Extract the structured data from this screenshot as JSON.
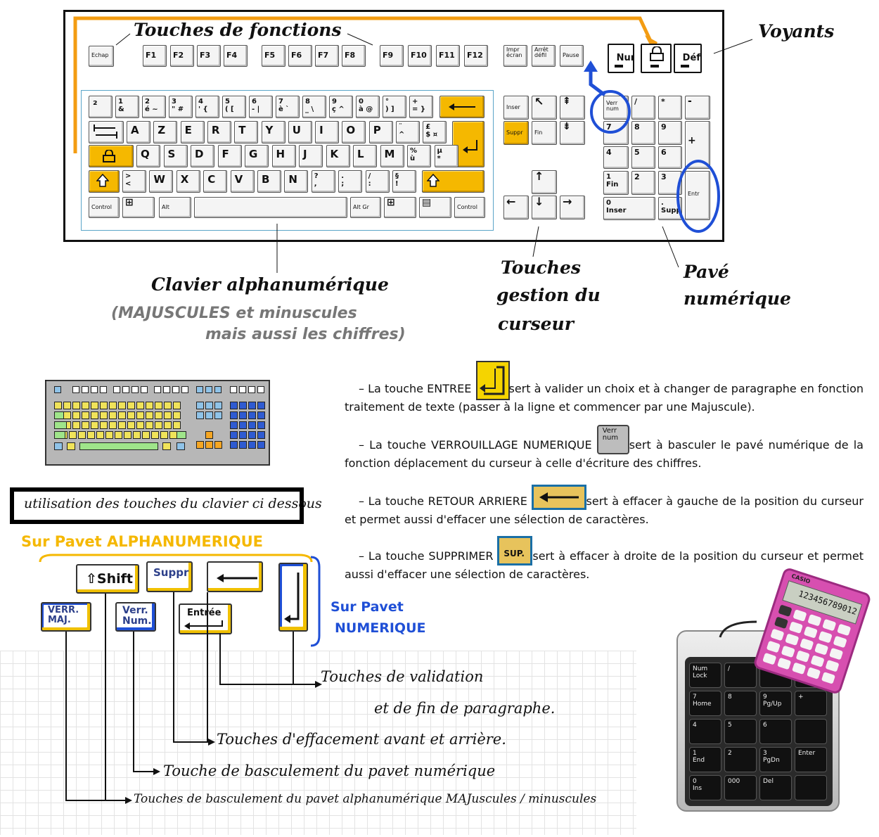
{
  "labels": {
    "function_keys": "Touches de fonctions",
    "indicators": "Voyants",
    "alphanumeric": "Clavier alphanumérique",
    "alpha_note_1": "(MAJUSCULES et minuscules",
    "alpha_note_2": "mais aussi les chiffres)",
    "cursor_1": "Touches",
    "cursor_2": "gestion du",
    "cursor_3": "curseur",
    "numpad_1": "Pavé",
    "numpad_2": "numérique"
  },
  "keyboard": {
    "esc": "Echap",
    "f": [
      "F1",
      "F2",
      "F3",
      "F4",
      "F5",
      "F6",
      "F7",
      "F8",
      "F9",
      "F10",
      "F11",
      "F12"
    ],
    "print": "Impr\nécran",
    "scroll": "Arrêt\ndéfil",
    "pause": "Pause",
    "num": "Num",
    "defil": "Défil",
    "row1": [
      "²",
      "1\n&",
      "2\né ~",
      "3\n\" #",
      "4\n' {",
      "5\n( [",
      "6\n- |",
      "7\nè `",
      "8\n_ \\",
      "9\nç ^",
      "0\nà @",
      "°\n) ]",
      "+\n= }"
    ],
    "row2": [
      "A",
      "Z",
      "E",
      "R",
      "T",
      "Y",
      "U",
      "I",
      "O",
      "P",
      "¨\n^",
      "£\n$ ¤"
    ],
    "row3": [
      "Q",
      "S",
      "D",
      "F",
      "G",
      "H",
      "J",
      "K",
      "L",
      "M",
      "%\nù",
      "µ\n*"
    ],
    "row4": [
      ">\n<",
      "W",
      "X",
      "C",
      "V",
      "B",
      "N",
      "?\n,",
      ".\n;",
      "/\n:",
      "§\n!"
    ],
    "control": "Control",
    "alt": "Alt",
    "altgr": "Alt Gr",
    "inser": "Inser",
    "suppr": "Suppr",
    "fin": "Fin",
    "verr_num": "Verr\nnum",
    "np_slash": "/",
    "np_star": "*",
    "np_minus": "-",
    "np_plus": "+",
    "np_7": "7",
    "np_8": "8",
    "np_9": "9",
    "np_4": "4",
    "np_5": "5",
    "np_6": "6",
    "np_1": "1\nFin",
    "np_2": "2",
    "np_3": "3",
    "np_0": "0\nInser",
    "np_dot": ".\nSuppr",
    "np_entr": "Entr"
  },
  "desc": {
    "entree_a": "– La touche ENTREE",
    "entree_b": "sert à valider un choix et à changer de paragraphe en fonction traitement de texte (passer à la ligne et commencer par une Majuscule).",
    "verr_a": "– La touche VERROUILLAGE NUMERIQUE",
    "verr_key": "Verr\nnum",
    "verr_b": "sert à basculer le pavé numérique de la fonction déplacement du curseur à celle d'écriture des chiffres.",
    "back_a": "– La touche RETOUR ARRIERE",
    "back_b": "sert à effacer à gauche de la position du curseur et permet aussi d'effacer une sélection de caractères.",
    "supp_a": "– La touche SUPPRIMER",
    "supp_key": "SUP.",
    "supp_b": "sert à effacer à droite de la position du curseur et permet aussi d'effacer une sélection de caractères."
  },
  "usage": {
    "title": "utilisation des touches du clavier ci dessous",
    "alpha_heading": "Sur Pavet ALPHANUMERIQUE",
    "num_heading_1": "Sur Pavet",
    "num_heading_2": "NUMERIQUE",
    "shift": "⇧Shift",
    "suppr": "Suppr",
    "verr_maj": "VERR.\nMAJ.",
    "verr_num": "Verr.\nNum.",
    "entree": "Entrée",
    "line1a": "Touches de validation",
    "line1b": "et de fin de paragraphe.",
    "line2": "Touches d'effacement avant et arrière.",
    "line3": "Touche de basculement du pavet numérique",
    "line4": "Touches de basculement du pavet alphanumérique MAJuscules / minuscules"
  },
  "calculator": {
    "brand": "CASIO",
    "display": "123456789012"
  },
  "numkeypad": {
    "keys": [
      "Num\nLock",
      "/",
      "*",
      "-",
      "7\nHome",
      "8",
      "9\nPg/Up",
      "+",
      "4",
      "5",
      "6",
      "",
      "1\nEnd",
      "2",
      "3\nPgDn",
      "Enter",
      "0\nIns",
      "000",
      "Del",
      ""
    ]
  },
  "colors": {
    "accent_yellow": "#f5b800",
    "blue": "#1f4fd6",
    "orange": "#f39c12"
  }
}
